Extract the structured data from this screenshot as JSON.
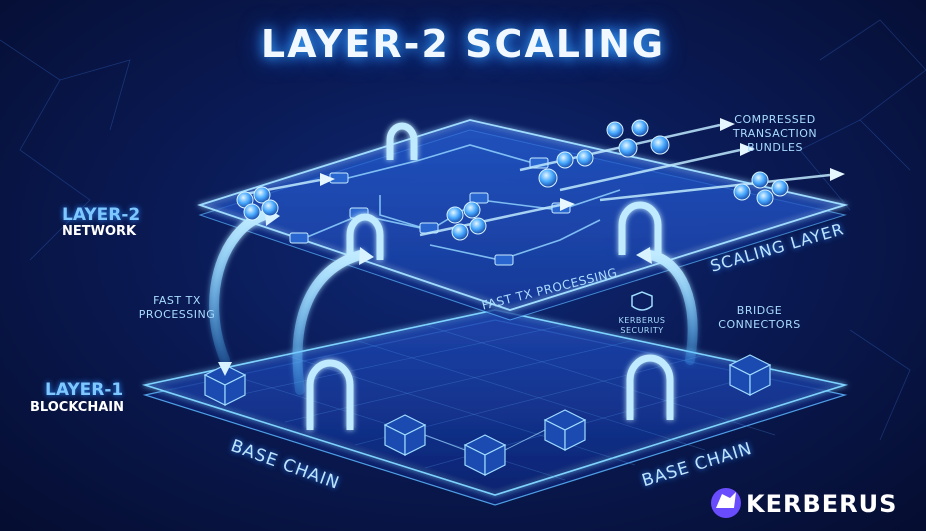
{
  "title": "LAYER-2 SCALING",
  "layer2": {
    "title": "LAYER-2",
    "subtitle": "NETWORK"
  },
  "layer1": {
    "title": "LAYER-1",
    "subtitle": "BLOCKCHAIN"
  },
  "labels": {
    "fast_tx_left_1": "FAST TX",
    "fast_tx_left_2": "PROCESSING",
    "fast_tx_center": "FAST TX PROCESSING",
    "scaling_layer": "SCALING LAYER",
    "compressed_1": "COMPRESSED",
    "compressed_2": "TRANSACTION",
    "compressed_3": "BUNDLES",
    "bridge_1": "BRIDGE",
    "bridge_2": "CONNECTORS",
    "security_1": "KERBERUS",
    "security_2": "SECURITY",
    "base_chain_left": "BASE CHAIN",
    "base_chain_right": "BASE CHAIN"
  },
  "brand": {
    "name": "KERBERUS"
  },
  "colors": {
    "accent": "#3aa8ff",
    "glow": "#7fd4ff",
    "platform": "#1a3a9a",
    "background": "#0a1a55"
  },
  "icons": [
    "kerberus-logo-icon",
    "shield-icon",
    "arch-bridge-icon",
    "block-cube-icon",
    "token-coin-icon",
    "arrow-icon"
  ]
}
